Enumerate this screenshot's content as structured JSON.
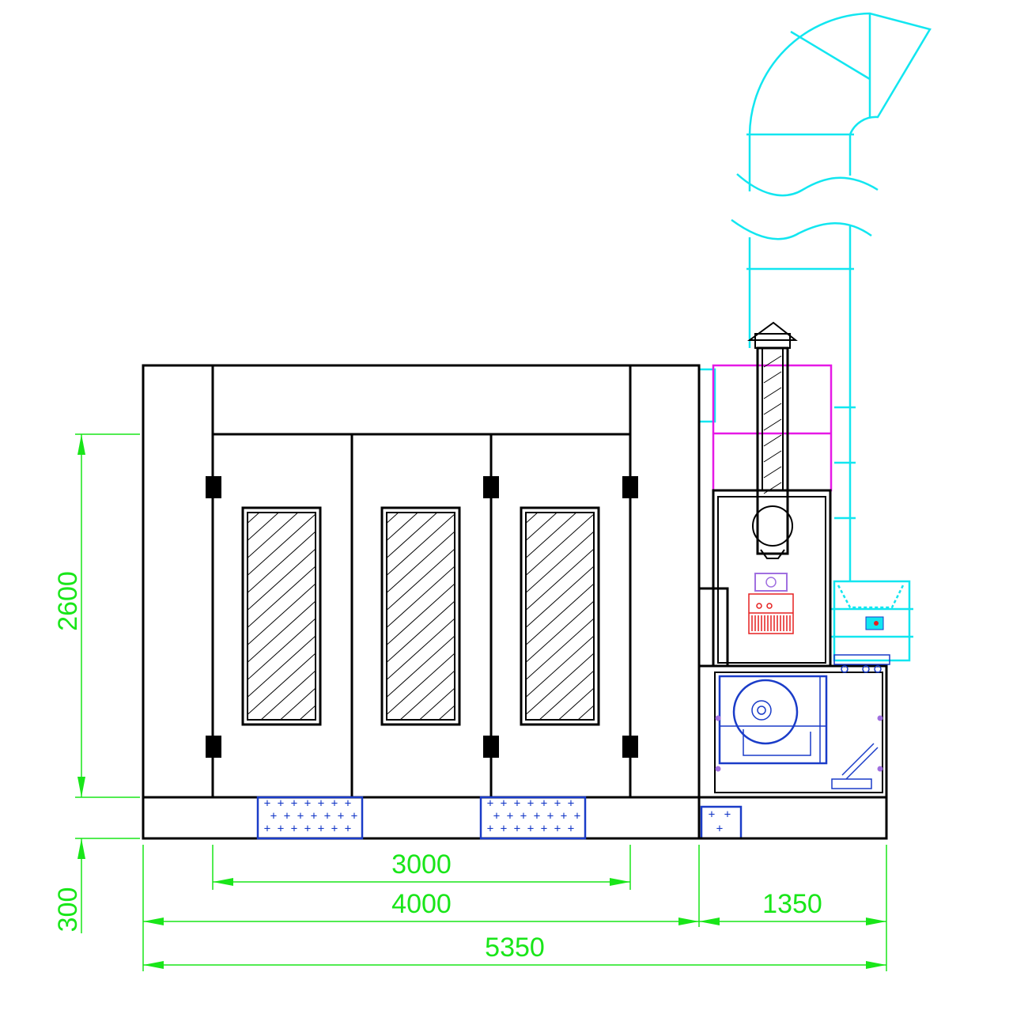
{
  "drawing": {
    "dimensions": {
      "booth_height": "2600",
      "base_height": "300",
      "door_width": "3000",
      "booth_width": "4000",
      "unit_width": "1350",
      "total_width": "5350"
    },
    "colors": {
      "dimension": "#19e619",
      "outline": "#000000",
      "duct": "#12e6f0",
      "burner_box": "#e619e6",
      "filter_grid": "#1a3cc8",
      "burner": "#e62020"
    }
  }
}
